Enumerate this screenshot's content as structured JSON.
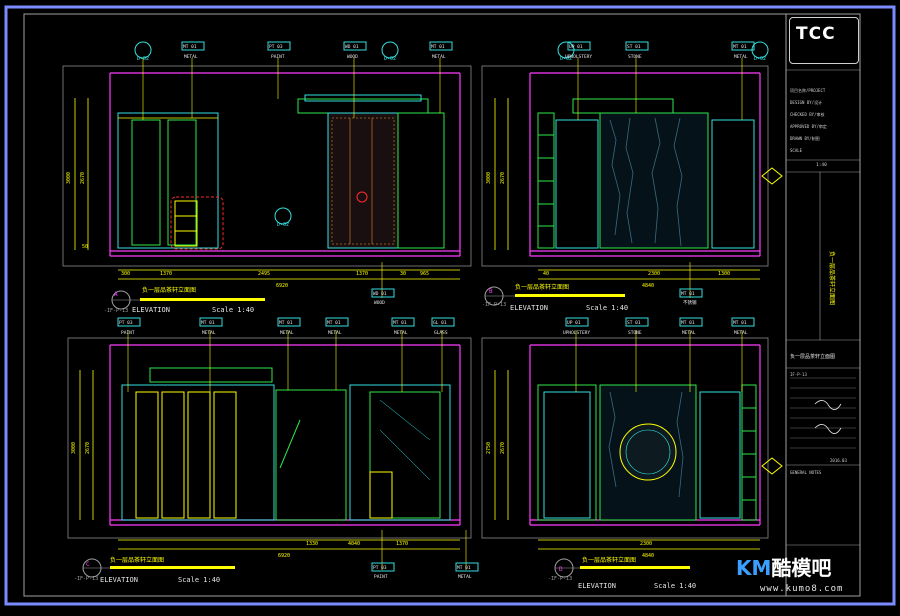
{
  "brand": {
    "logo": "TCC",
    "watermark_prefix": "KM",
    "watermark_cn": "酷模吧",
    "watermark_url": "www.kumo8.com"
  },
  "panels": [
    {
      "id": "A",
      "sheet": "-IF-P-13",
      "title_cn": "负一层品茶轩立面图",
      "elevation": "ELEVATION",
      "scale": "Scale 1:40",
      "total_width": "6920",
      "dims": [
        "300",
        "1370",
        "2495",
        "1370",
        "30",
        "965"
      ],
      "heights": [
        "3000",
        "2670",
        "50"
      ]
    },
    {
      "id": "B",
      "sheet": "-IF-P-13",
      "title_cn": "负一层品茶轩立面图",
      "elevation": "ELEVATION",
      "scale": "Scale 1:40",
      "total_width": "4840",
      "dims": [
        "40",
        "2300",
        "1300"
      ],
      "heights": [
        "3000",
        "2670"
      ]
    },
    {
      "id": "C",
      "sheet": "-IF-P-13",
      "title_cn": "负一层品茶轩立面图",
      "elevation": "ELEVATION",
      "scale": "Scale 1:40",
      "total_width": "6920",
      "dims": [
        "1330",
        "4040",
        "1370"
      ],
      "heights": [
        "3000",
        "2670"
      ]
    },
    {
      "id": "D",
      "sheet": "-IF-P-13",
      "title_cn": "负一层品茶轩立面图",
      "elevation": "ELEVATION",
      "scale": "Scale 1:40",
      "total_width": "4840",
      "dims": [
        "2300"
      ],
      "heights": [
        "2750",
        "2670"
      ]
    }
  ],
  "tags": {
    "metal": "METAL",
    "paint": "PAINT",
    "wood": "WOOD",
    "stone": "STONE",
    "upholstery": "UPHOLSTERY",
    "glass": "GLASS",
    "mt01": "MT 01",
    "pt03": "PT 03",
    "wd01": "WD 01",
    "st01": "ST 01",
    "up01": "UP 01",
    "gl01": "GL 01",
    "cn_metal": "不锈钢",
    "d_ref": "D-02"
  },
  "titleblock": {
    "project_lines": [
      "项目名称/PROJECT",
      "DESIGN BY/设计",
      "CHECKED BY/审核",
      "APPROVED BY/审定",
      "DRAWN BY/制图",
      "SCALE",
      "1:40"
    ],
    "drawing_title_cn": "负一层品茶轩立面图",
    "sheet_no": "IF-P-13",
    "date": "2016.03",
    "notes_head": "GENERAL NOTES"
  },
  "colors": {
    "frame": "#7a8cff",
    "yellow": "#ffff00",
    "green": "#2ee84a",
    "cyan": "#34e0e0",
    "magenta": "#ff3cff",
    "red": "#ff2a2a",
    "orange": "#ff9a2a"
  }
}
